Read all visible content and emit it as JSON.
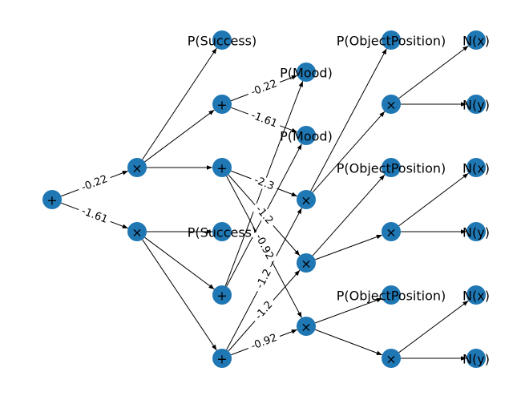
{
  "colors": {
    "node": "#1f77b4",
    "edge": "#000000",
    "background": "#ffffff"
  },
  "nodes": [
    {
      "id": "root",
      "label": "+"
    },
    {
      "id": "m1",
      "label": "×"
    },
    {
      "id": "m2",
      "label": "×"
    },
    {
      "id": "ps1",
      "label": "P(Success)"
    },
    {
      "id": "p1",
      "label": "+"
    },
    {
      "id": "p2",
      "label": "+"
    },
    {
      "id": "ps2",
      "label": "P(Success)"
    },
    {
      "id": "p3",
      "label": "+"
    },
    {
      "id": "p4",
      "label": "+"
    },
    {
      "id": "pm1",
      "label": "P(Mood)"
    },
    {
      "id": "pm2",
      "label": "P(Mood)"
    },
    {
      "id": "m3",
      "label": "×"
    },
    {
      "id": "m4",
      "label": "×"
    },
    {
      "id": "m5",
      "label": "×"
    },
    {
      "id": "po1",
      "label": "P(ObjectPosition)"
    },
    {
      "id": "m6",
      "label": "×"
    },
    {
      "id": "po2",
      "label": "P(ObjectPosition)"
    },
    {
      "id": "m7",
      "label": "×"
    },
    {
      "id": "po3",
      "label": "P(ObjectPosition)"
    },
    {
      "id": "m8",
      "label": "×"
    },
    {
      "id": "nx1",
      "label": "N(x)"
    },
    {
      "id": "ny1",
      "label": "N(y)"
    },
    {
      "id": "nx2",
      "label": "N(x)"
    },
    {
      "id": "ny2",
      "label": "N(y)"
    },
    {
      "id": "nx3",
      "label": "N(x)"
    },
    {
      "id": "ny3",
      "label": "N(y)"
    }
  ],
  "edges": [
    {
      "from": "root",
      "to": "m1",
      "label": "-0.22"
    },
    {
      "from": "root",
      "to": "m2",
      "label": "-1.61"
    },
    {
      "from": "m1",
      "to": "ps1",
      "label": ""
    },
    {
      "from": "m1",
      "to": "p1",
      "label": ""
    },
    {
      "from": "m1",
      "to": "p2",
      "label": ""
    },
    {
      "from": "m2",
      "to": "ps2",
      "label": ""
    },
    {
      "from": "m2",
      "to": "p3",
      "label": ""
    },
    {
      "from": "m2",
      "to": "p4",
      "label": ""
    },
    {
      "from": "p1",
      "to": "pm1",
      "label": "-0.22"
    },
    {
      "from": "p1",
      "to": "pm2",
      "label": "-1.61"
    },
    {
      "from": "p2",
      "to": "m3",
      "label": "-2.3"
    },
    {
      "from": "p2",
      "to": "m4",
      "label": "-1.2"
    },
    {
      "from": "p2",
      "to": "m5",
      "label": "-0.92"
    },
    {
      "from": "p3",
      "to": "pm1",
      "label": ""
    },
    {
      "from": "p3",
      "to": "pm2",
      "label": ""
    },
    {
      "from": "p4",
      "to": "m3",
      "label": "-1.2"
    },
    {
      "from": "p4",
      "to": "m4",
      "label": "-1.2"
    },
    {
      "from": "p4",
      "to": "m5",
      "label": "-0.92"
    },
    {
      "from": "m3",
      "to": "po1",
      "label": ""
    },
    {
      "from": "m3",
      "to": "m6",
      "label": ""
    },
    {
      "from": "m4",
      "to": "po2",
      "label": ""
    },
    {
      "from": "m4",
      "to": "m7",
      "label": ""
    },
    {
      "from": "m5",
      "to": "po3",
      "label": ""
    },
    {
      "from": "m5",
      "to": "m8",
      "label": ""
    },
    {
      "from": "m6",
      "to": "nx1",
      "label": ""
    },
    {
      "from": "m6",
      "to": "ny1",
      "label": ""
    },
    {
      "from": "m7",
      "to": "nx2",
      "label": ""
    },
    {
      "from": "m7",
      "to": "ny2",
      "label": ""
    },
    {
      "from": "m8",
      "to": "nx3",
      "label": ""
    },
    {
      "from": "m8",
      "to": "ny3",
      "label": ""
    }
  ]
}
